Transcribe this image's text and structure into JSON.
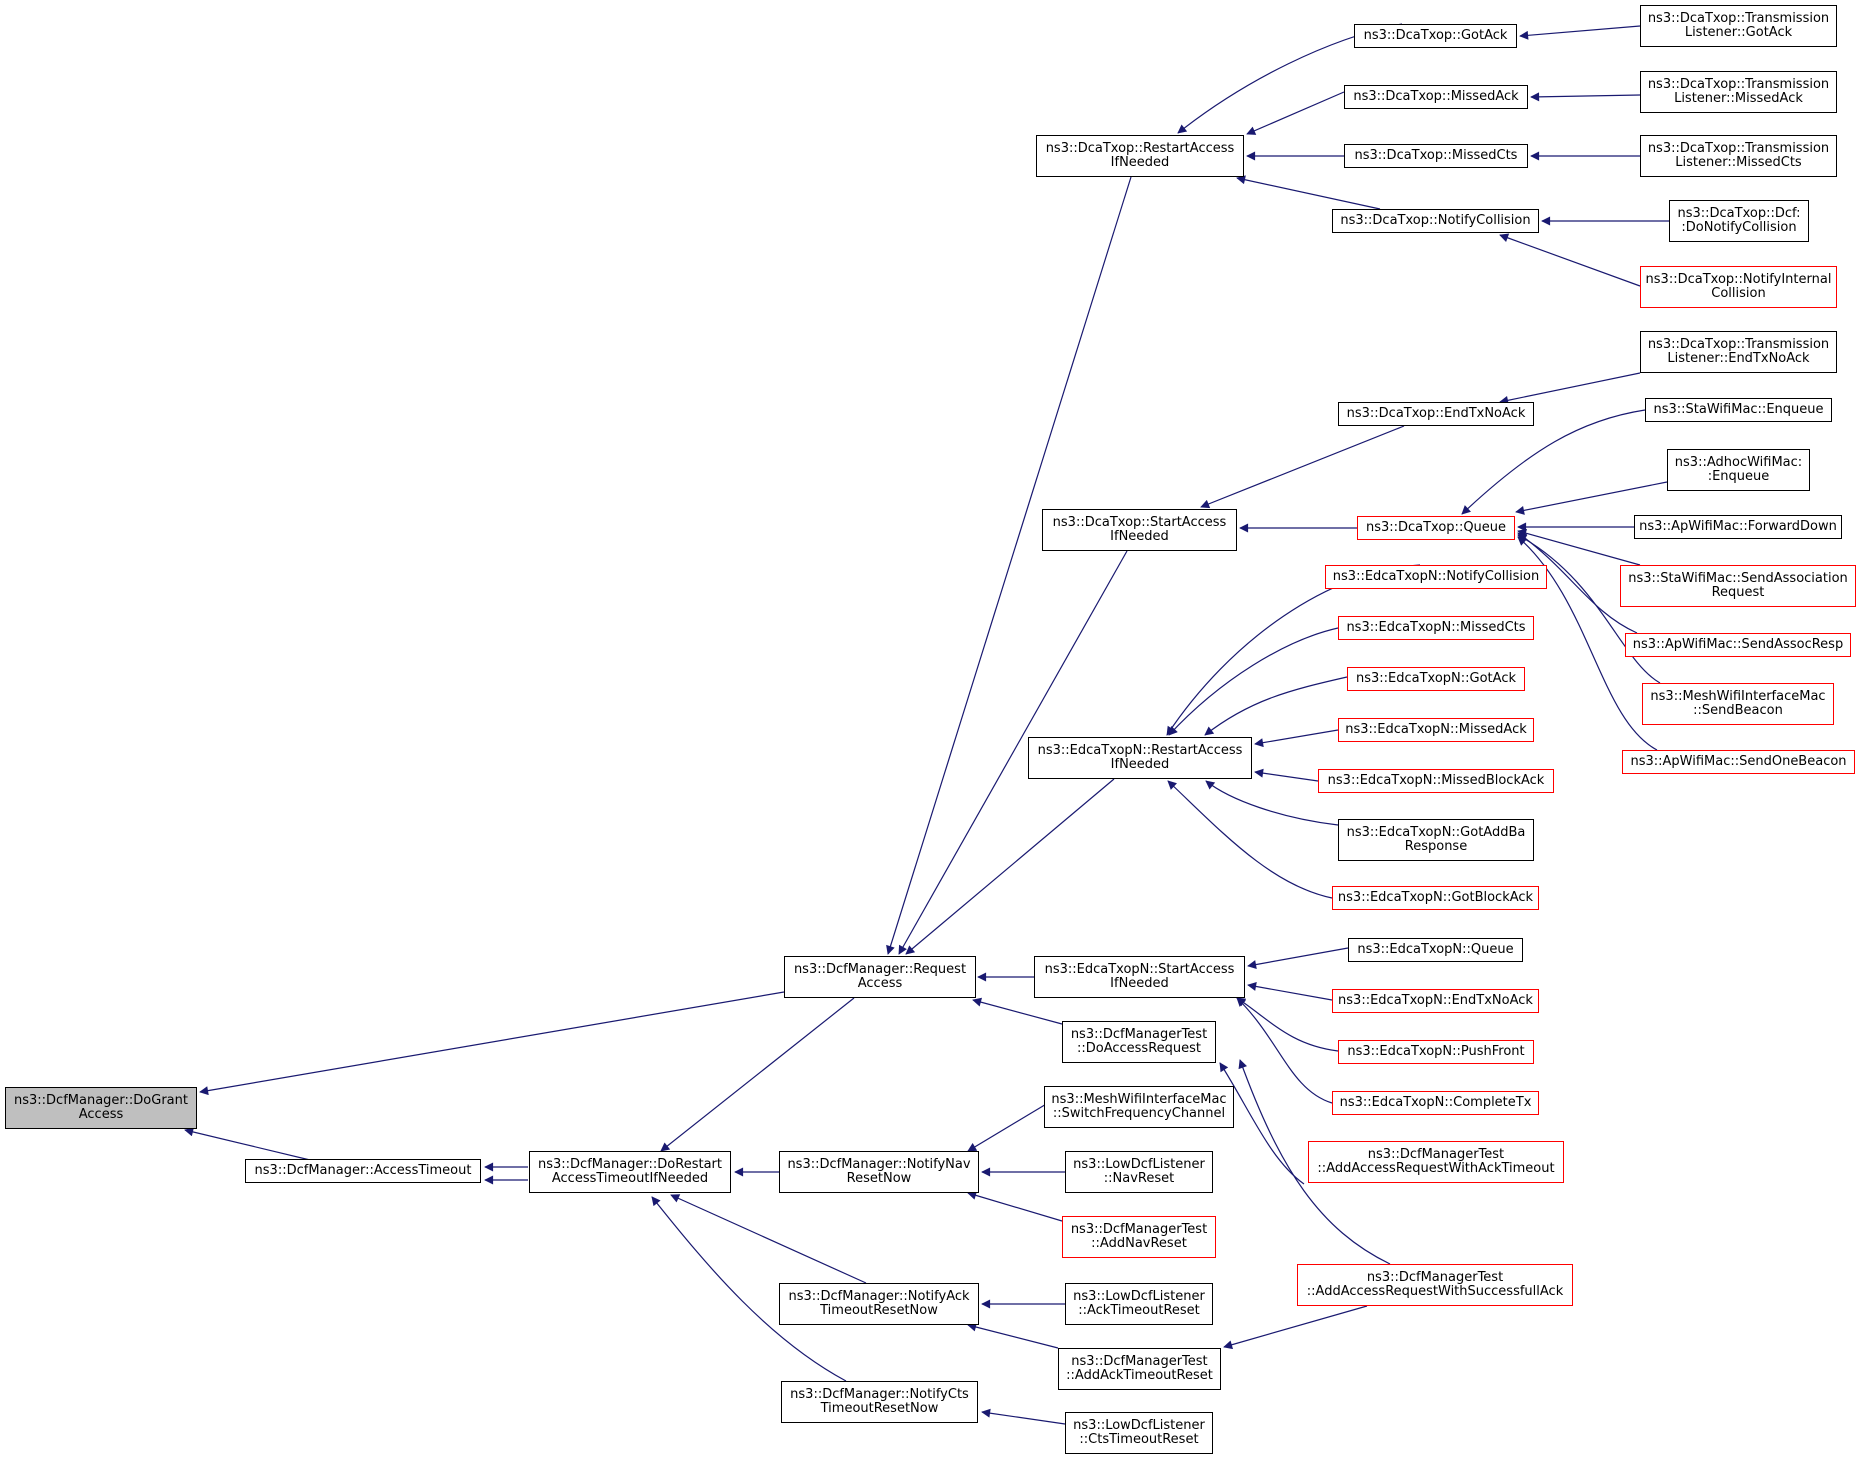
{
  "title": "",
  "colors": {
    "edge": "#191970",
    "node_border": "#000000",
    "truncated_border": "#ff0000",
    "root_fill": "#bfbfbf"
  },
  "nodes": {
    "doGrant": "ns3::DcfManager::DoGrant\nAccess",
    "accessTimeout": "ns3::DcfManager::AccessTimeout",
    "doRestart": "ns3::DcfManager::DoRestart\nAccessTimeoutIfNeeded",
    "requestAccess": "ns3::DcfManager::Request\nAccess",
    "notifyNav": "ns3::DcfManager::NotifyNav\nResetNow",
    "notifyAck": "ns3::DcfManager::NotifyAck\nTimeoutResetNow",
    "notifyCts": "ns3::DcfManager::NotifyCts\nTimeoutResetNow",
    "dcaRestart": "ns3::DcaTxop::RestartAccess\nIfNeeded",
    "dcaStart": "ns3::DcaTxop::StartAccess\nIfNeeded",
    "edcaRestart": "ns3::EdcaTxopN::RestartAccess\nIfNeeded",
    "edcaStart": "ns3::EdcaTxopN::StartAccess\nIfNeeded",
    "dmtDoAccess": "ns3::DcfManagerTest\n::DoAccessRequest",
    "meshSwitch": "ns3::MeshWifiInterfaceMac\n::SwitchFrequencyChannel",
    "lowNavReset": "ns3::LowDcfListener\n::NavReset",
    "dmtAddNav": "ns3::DcfManagerTest\n::AddNavReset",
    "lowAckTimeout": "ns3::LowDcfListener\n::AckTimeoutReset",
    "dmtAddAckTimeout": "ns3::DcfManagerTest\n::AddAckTimeoutReset",
    "lowCtsTimeout": "ns3::LowDcfListener\n::CtsTimeoutReset",
    "dcaGotAck": "ns3::DcaTxop::GotAck",
    "dcaMissedAck": "ns3::DcaTxop::MissedAck",
    "dcaMissedCts": "ns3::DcaTxop::MissedCts",
    "dcaNotifyCollision": "ns3::DcaTxop::NotifyCollision",
    "dcaEndTxNoAck": "ns3::DcaTxop::EndTxNoAck",
    "dcaQueue": "ns3::DcaTxop::Queue",
    "edcaNotifyCollision": "ns3::EdcaTxopN::NotifyCollision",
    "edcaMissedCts": "ns3::EdcaTxopN::MissedCts",
    "edcaGotAck": "ns3::EdcaTxopN::GotAck",
    "edcaMissedAck": "ns3::EdcaTxopN::MissedAck",
    "edcaMissedBlockAck": "ns3::EdcaTxopN::MissedBlockAck",
    "edcaGotAddBa": "ns3::EdcaTxopN::GotAddBa\nResponse",
    "edcaGotBlockAck": "ns3::EdcaTxopN::GotBlockAck",
    "edcaQueue": "ns3::EdcaTxopN::Queue",
    "edcaEndTxNoAck": "ns3::EdcaTxopN::EndTxNoAck",
    "edcaPushFront": "ns3::EdcaTxopN::PushFront",
    "edcaCompleteTx": "ns3::EdcaTxopN::CompleteTx",
    "dmtAddAccessAckTimeout": "ns3::DcfManagerTest\n::AddAccessRequestWithAckTimeout",
    "dmtAddAccessSuccessAck": "ns3::DcfManagerTest\n::AddAccessRequestWithSuccessfullAck",
    "tlGotAck": "ns3::DcaTxop::Transmission\nListener::GotAck",
    "tlMissedAck": "ns3::DcaTxop::Transmission\nListener::MissedAck",
    "tlMissedCts": "ns3::DcaTxop::Transmission\nListener::MissedCts",
    "dcfDoNotifyCollision": "ns3::DcaTxop::Dcf:\n:DoNotifyCollision",
    "dcaNotifyInternalCollision": "ns3::DcaTxop::NotifyInternal\nCollision",
    "tlEndTxNoAck": "ns3::DcaTxop::Transmission\nListener::EndTxNoAck",
    "staEnqueue": "ns3::StaWifiMac::Enqueue",
    "adhocEnqueue": "ns3::AdhocWifiMac:\n:Enqueue",
    "apForwardDown": "ns3::ApWifiMac::ForwardDown",
    "staSendAssoc": "ns3::StaWifiMac::SendAssociation\nRequest",
    "apSendAssocResp": "ns3::ApWifiMac::SendAssocResp",
    "meshSendBeacon": "ns3::MeshWifiInterfaceMac\n::SendBeacon",
    "apSendOneBeacon": "ns3::ApWifiMac::SendOneBeacon"
  }
}
